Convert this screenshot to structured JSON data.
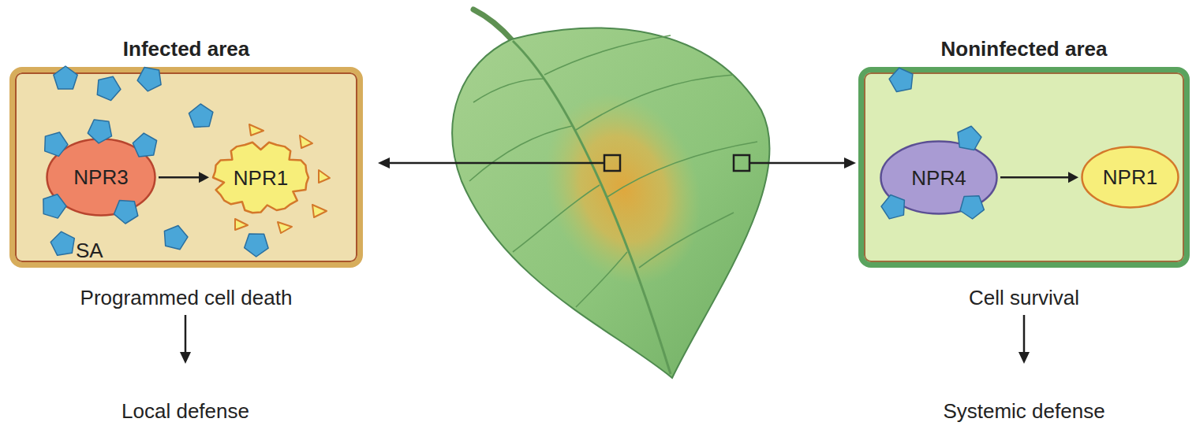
{
  "diagram": {
    "nodes": [
      {
        "text": [
          "Infected area",
          "Programmed cell death"
        ]
      },
      {
        "text": [
          "NPR3"
        ],
        "in": 0
      },
      {
        "text": [
          "NPR1"
        ],
        "in": 0
      },
      {
        "text": [
          "Noninfected area",
          "Cell survival"
        ]
      },
      {
        "text": [
          "NPR4"
        ],
        "in": 3
      },
      {
        "text": [
          "NPR1"
        ],
        "in": 3
      }
    ],
    "edges": [
      {
        "from": 1,
        "to": 2,
        "arrow": "to"
      },
      {
        "from": 4,
        "to": 5,
        "arrow": "to"
      }
    ],
    "labels": [
      "SA",
      "Local defense",
      "Systemic defense"
    ]
  }
}
